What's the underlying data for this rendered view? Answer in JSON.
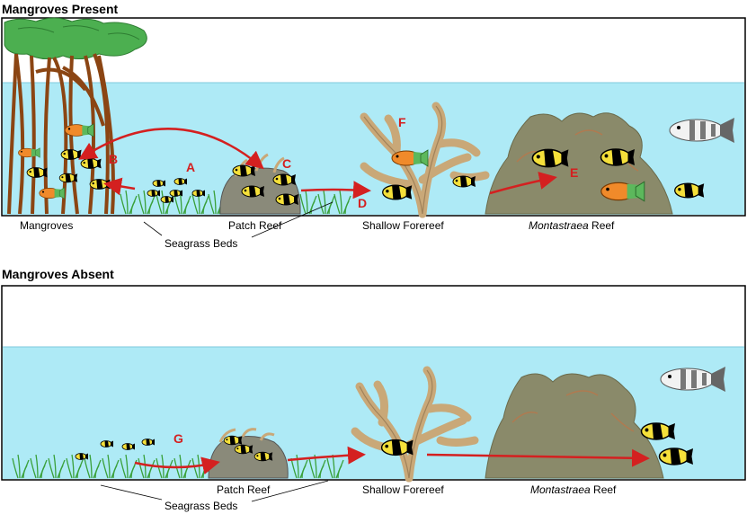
{
  "panels": {
    "present": {
      "heading": "Mangroves Present",
      "labels": {
        "mangroves": "Mangroves",
        "patch_reef": "Patch Reef",
        "shallow_forereef": "Shallow Forereef",
        "montastraea_italic": "Montastraea",
        "montastraea_rest": " Reef",
        "seagrass_beds": "Seagrass Beds"
      },
      "letters": {
        "a": "A",
        "b": "B",
        "c": "C",
        "d": "D",
        "e": "E",
        "f": "F"
      }
    },
    "absent": {
      "heading": "Mangroves Absent",
      "labels": {
        "patch_reef": "Patch Reef",
        "shallow_forereef": "Shallow Forereef",
        "montastraea_italic": "Montastraea",
        "montastraea_rest": " Reef",
        "seagrass_beds": "Seagrass Beds"
      },
      "letters": {
        "g": "G"
      }
    }
  },
  "colors": {
    "water": "#aeeaf6",
    "arrow": "#d42020",
    "mangrove_trunk": "#a0522d",
    "canopy": "#4caf50",
    "coral": "#d2b48c",
    "rock": "#8a8a6a",
    "seagrass": "#3aa03a",
    "fish_yellow": "#f5e03a",
    "fish_orange": "#f08a2a"
  }
}
